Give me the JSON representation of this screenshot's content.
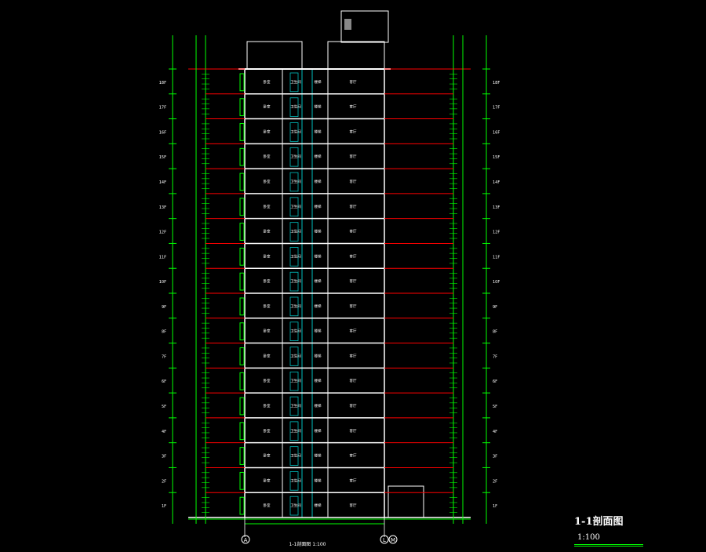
{
  "drawing": {
    "title": "1-1剖面图",
    "scale": "1:100",
    "bottom_caption": "1-1剖面图 1:100",
    "grid_left": "A",
    "grid_mid": "L",
    "grid_right": "M"
  },
  "colors": {
    "background": "#000000",
    "dim_green": "#00ff00",
    "floor_red": "#ff0000",
    "wall_white": "#ffffff",
    "stair_cyan": "#00c0c0",
    "text_white": "#ffffff"
  },
  "floors": [
    {
      "label": "1F"
    },
    {
      "label": "2F"
    },
    {
      "label": "3F"
    },
    {
      "label": "4F"
    },
    {
      "label": "5F"
    },
    {
      "label": "6F"
    },
    {
      "label": "7F"
    },
    {
      "label": "8F"
    },
    {
      "label": "9F"
    },
    {
      "label": "10F"
    },
    {
      "label": "11F"
    },
    {
      "label": "12F"
    },
    {
      "label": "13F"
    },
    {
      "label": "14F"
    },
    {
      "label": "15F"
    },
    {
      "label": "16F"
    },
    {
      "label": "17F"
    },
    {
      "label": "18F"
    }
  ],
  "room_labels": {
    "col1": "卧室",
    "col2": "卫生间",
    "col3": "楼梯",
    "col4": "客厅"
  }
}
